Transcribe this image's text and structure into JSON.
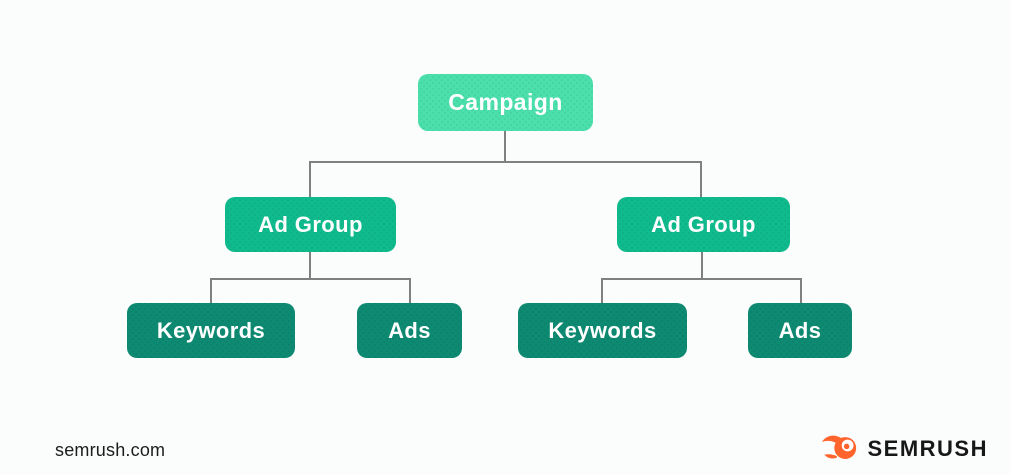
{
  "diagram": {
    "root": {
      "label": "Campaign"
    },
    "groups": [
      {
        "label": "Ad Group",
        "children": [
          {
            "label": "Keywords"
          },
          {
            "label": "Ads"
          }
        ]
      },
      {
        "label": "Ad Group",
        "children": [
          {
            "label": "Keywords"
          },
          {
            "label": "Ads"
          }
        ]
      }
    ]
  },
  "footer": {
    "site": "semrush.com",
    "brand": "SEMRUSH"
  },
  "colors": {
    "bg": "#fbfdfc",
    "campaign": "#4bdfac",
    "adgroup": "#0fba8c",
    "leaf": "#0d8a71",
    "line": "#7f8080",
    "orange": "#ff642d",
    "ink": "#171717"
  }
}
